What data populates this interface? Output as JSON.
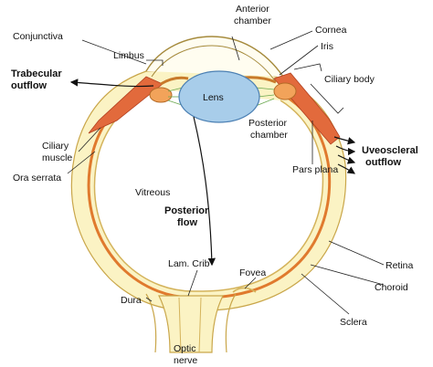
{
  "labels": {
    "conjunctiva": "Conjunctiva",
    "limbus": "Limbus",
    "trabecular_1": "Trabecular",
    "trabecular_2": "outflow",
    "anterior_1": "Anterior",
    "anterior_2": "chamber",
    "cornea": "Cornea",
    "iris": "Iris",
    "ciliary_body": "Ciliary body",
    "lens": "Lens",
    "posterior_chamber_1": "Posterior",
    "posterior_chamber_2": "chamber",
    "ciliary_muscle_1": "Ciliary",
    "ciliary_muscle_2": "muscle",
    "ora_serrata": "Ora serrata",
    "uveoscleral_1": "Uveoscleral",
    "uveoscleral_2": "outflow",
    "pars_plana": "Pars plana",
    "vitreous": "Vitreous",
    "posterior_flow_1": "Posterior",
    "posterior_flow_2": "flow",
    "retina": "Retina",
    "lam_crib": "Lam. Crib",
    "fovea": "Fovea",
    "choroid": "Choroid",
    "dura": "Dura",
    "sclera": "Sclera",
    "optic_1": "Optic",
    "optic_2": "nerve"
  },
  "colors": {
    "sclera_fill": "#fbf3c4",
    "choroid_line": "#e07a2e",
    "lens_fill": "#a8cdea",
    "muscle_fill": "#e26a3c",
    "ciliary_green": "#6aa84f"
  }
}
